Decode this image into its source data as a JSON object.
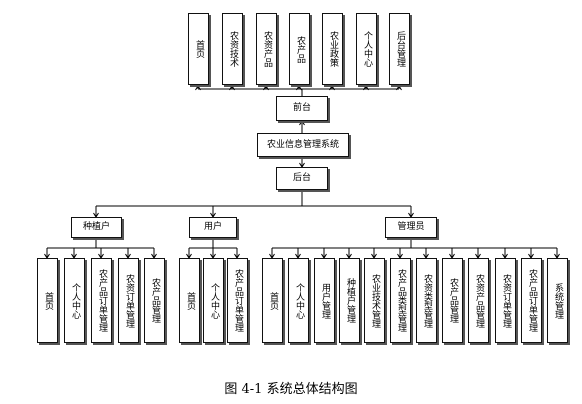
{
  "diagram": {
    "front_modules": [
      "首页",
      "农资技术",
      "农资产品",
      "农产品",
      "农业政策",
      "个人中心",
      "后台管理"
    ],
    "front_label": "前台",
    "system_label": "农业信息管理系统",
    "back_label": "后台",
    "roles": [
      {
        "label": "种植户",
        "modules": [
          "首页",
          "个人中心",
          "农产品订单管理",
          "农资订单管理",
          "农产品管理"
        ]
      },
      {
        "label": "用户",
        "modules": [
          "首页",
          "个人中心",
          "农产品订单管理"
        ]
      },
      {
        "label": "管理员",
        "modules": [
          "首页",
          "个人中心",
          "用户管理",
          "种植户管理",
          "农业技术管理",
          "农产品类型管理",
          "农资类型管理",
          "农产品管理",
          "农资产品管理",
          "农资订单管理",
          "农产品订单管理",
          "系统管理"
        ]
      }
    ]
  },
  "caption": "图 4-1 系统总体结构图"
}
